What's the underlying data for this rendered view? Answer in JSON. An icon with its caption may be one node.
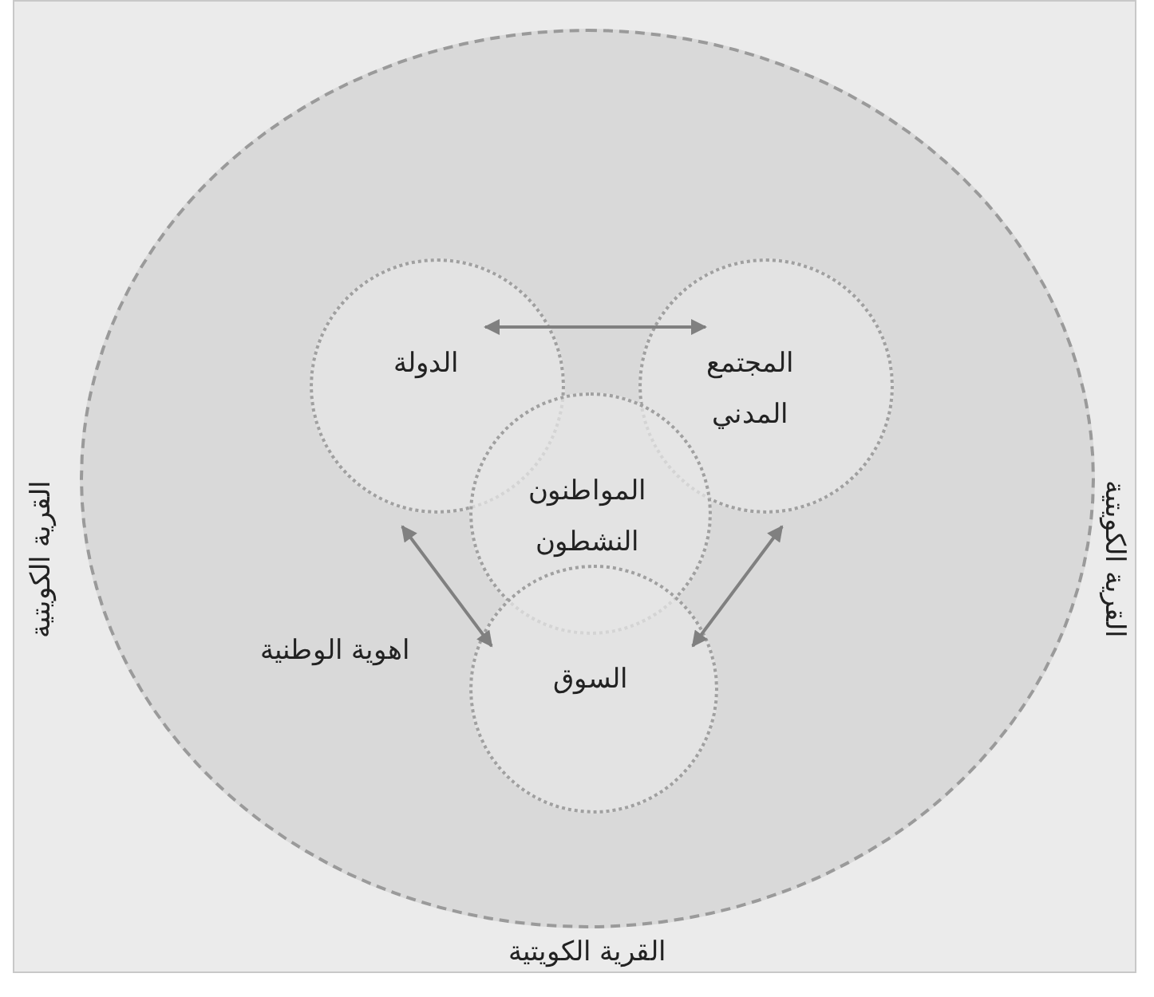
{
  "diagram": {
    "nodes": [
      {
        "text": [
          "اهوية الوطنية"
        ]
      },
      {
        "text": [
          "الدولة"
        ],
        "in": 0
      },
      {
        "text": [
          "المجتمع المدني"
        ],
        "in": 0
      },
      {
        "text": [
          "المواطنون النشطون"
        ],
        "in": 0
      },
      {
        "text": [
          "السوق"
        ],
        "in": 0
      }
    ],
    "edges": [
      {
        "from": 1,
        "to": 2,
        "arrow": "both"
      },
      {
        "from": 1,
        "to": 4,
        "arrow": "both"
      },
      {
        "from": 2,
        "to": 4,
        "arrow": "both"
      }
    ],
    "labels": [
      "القرية الكويتية",
      "القرية الكويتية",
      "القرية الكويتية"
    ]
  }
}
